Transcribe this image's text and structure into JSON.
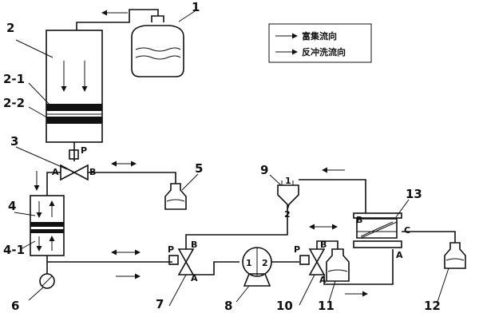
{
  "legend": {
    "enrichment_label": "富集流向",
    "backwash_label": "反冲洗流向"
  },
  "labels": {
    "n1": "1",
    "n2": "2",
    "n2_1": "2-1",
    "n2_2": "2-2",
    "n3": "3",
    "n4": "4",
    "n4_1": "4-1",
    "n5": "5",
    "n6": "6",
    "n7": "7",
    "n8": "8",
    "n9": "9",
    "n10": "10",
    "n11": "11",
    "n12": "12",
    "n13": "13"
  },
  "ports": {
    "p3": "P",
    "a3": "A",
    "b3": "B",
    "p7": "P",
    "a7": "A",
    "b7": "B",
    "p10": "P",
    "a10": "A",
    "b10": "B",
    "b13": "B",
    "a13": "A",
    "c13": "C",
    "pump_in": "1",
    "pump_out": "2",
    "funnel_in": "1",
    "funnel_out": "2"
  }
}
